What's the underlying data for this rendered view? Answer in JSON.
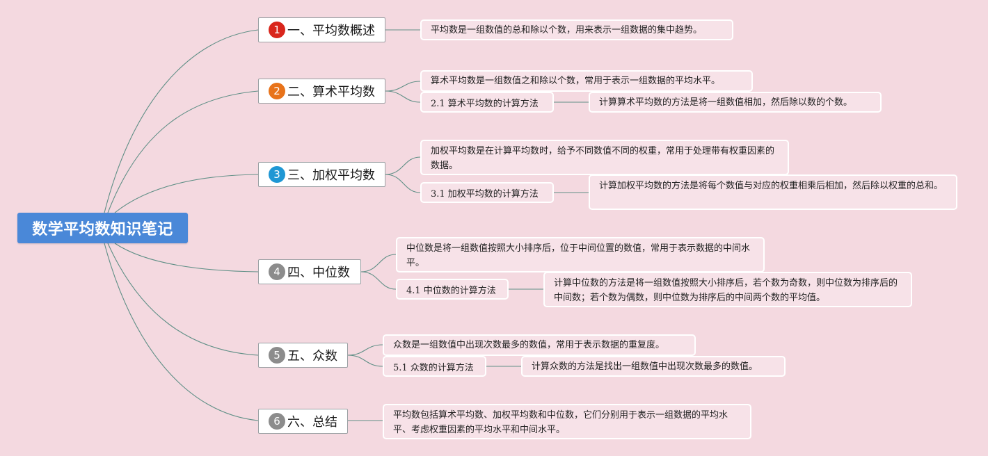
{
  "title": "数学平均数知识笔记",
  "colors": {
    "background": "#f4d9e0",
    "root": "#4a88d8",
    "line": "#5f8f86",
    "badge_1": "#d9261c",
    "badge_2": "#e8731a",
    "badge_3": "#1f97d4",
    "badge_gray": "#8c8c8c"
  },
  "topics": [
    {
      "badge": "1",
      "label": "一、平均数概述",
      "desc": "平均数是一组数值的总和除以个数，用来表示一组数据的集中趋势。"
    },
    {
      "badge": "2",
      "label": "二、算术平均数",
      "desc": "算术平均数是一组数值之和除以个数，常用于表示一组数据的平均水平。",
      "sub": {
        "label": "2.1 算术平均数的计算方法",
        "desc": "计算算术平均数的方法是将一组数值相加，然后除以数的个数。"
      }
    },
    {
      "badge": "3",
      "label": "三、加权平均数",
      "desc": "加权平均数是在计算平均数时，给予不同数值不同的权重，常用于处理带有权重因素的数据。",
      "sub": {
        "label": "3.1 加权平均数的计算方法",
        "desc": "计算加权平均数的方法是将每个数值与对应的权重相乘后相加，然后除以权重的总和。"
      }
    },
    {
      "badge": "4",
      "label": "四、中位数",
      "desc": "中位数是将一组数值按照大小排序后，位于中间位置的数值，常用于表示数据的中间水平。",
      "sub": {
        "label": "4.1 中位数的计算方法",
        "desc": "计算中位数的方法是将一组数值按照大小排序后，若个数为奇数，则中位数为排序后的中间数；若个数为偶数，则中位数为排序后的中间两个数的平均值。"
      }
    },
    {
      "badge": "5",
      "label": "五、众数",
      "desc": "众数是一组数值中出现次数最多的数值，常用于表示数据的重复度。",
      "sub": {
        "label": "5.1 众数的计算方法",
        "desc": "计算众数的方法是找出一组数值中出现次数最多的数值。"
      }
    },
    {
      "badge": "6",
      "label": "六、总结",
      "desc": "平均数包括算术平均数、加权平均数和中位数，它们分别用于表示一组数据的平均水平、考虑权重因素的平均水平和中间水平。"
    }
  ]
}
